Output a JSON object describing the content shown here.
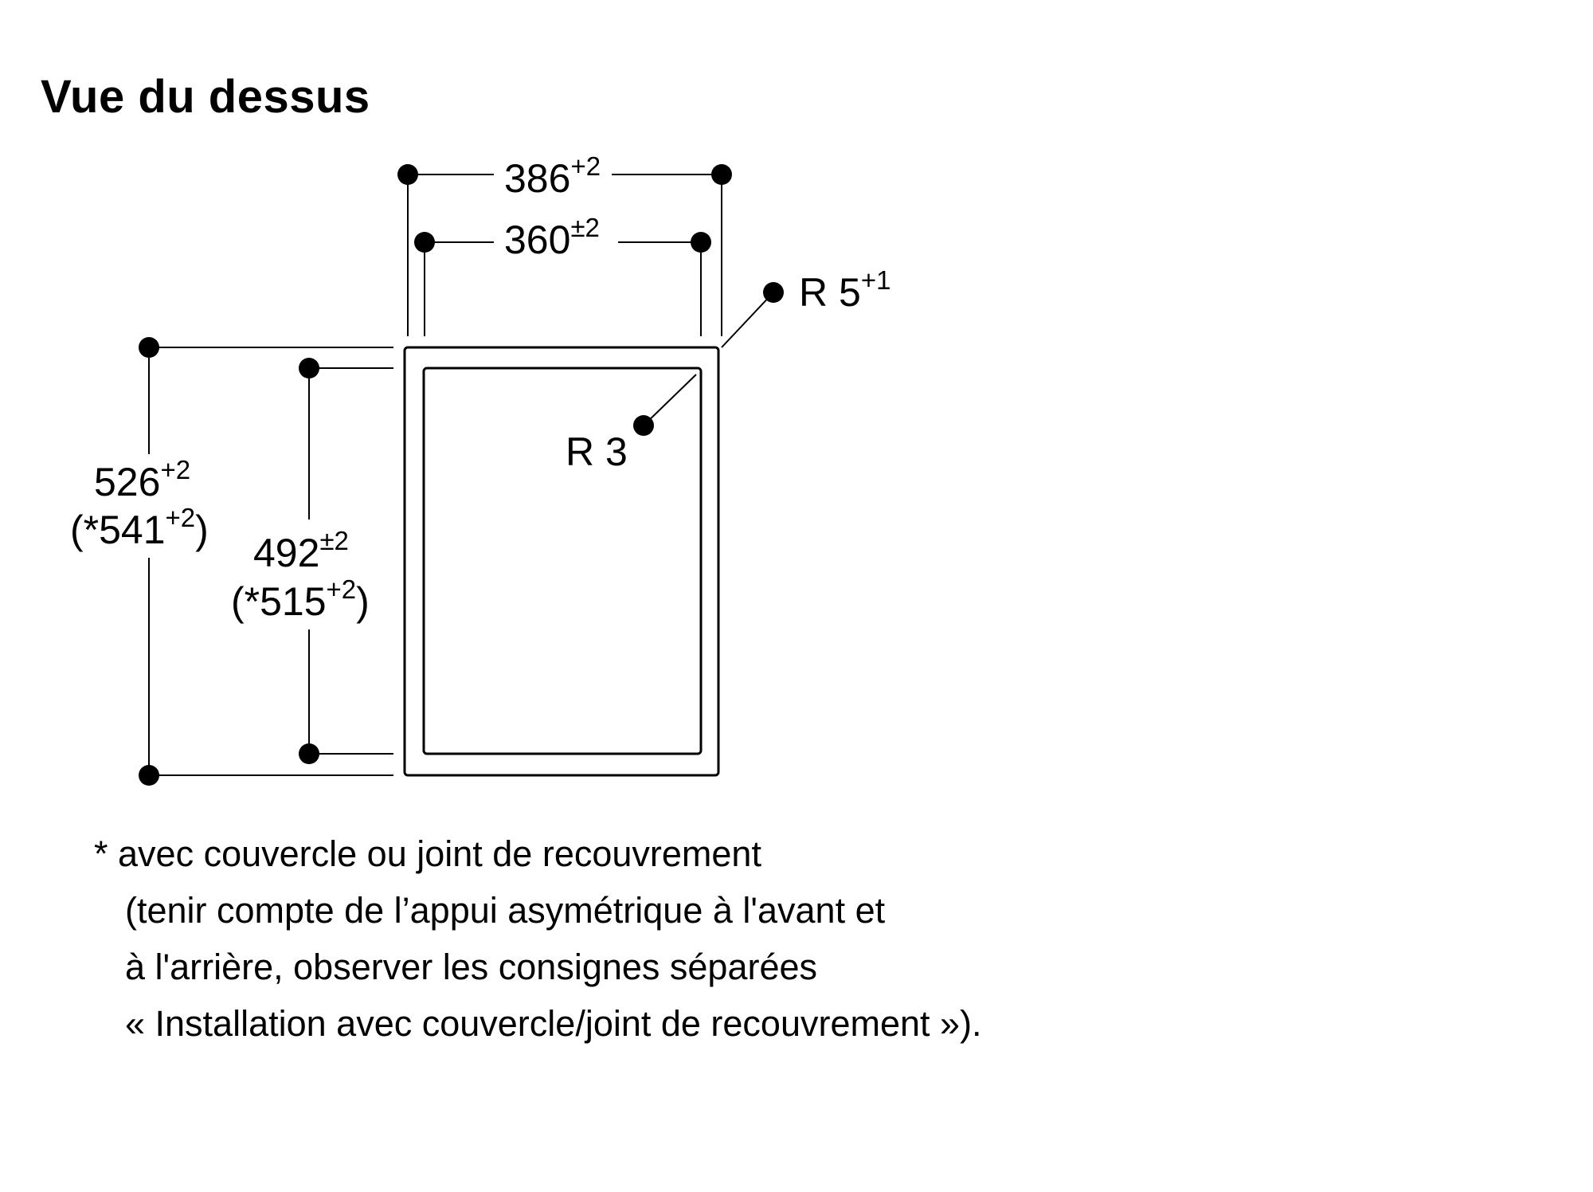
{
  "title": "Vue du dessus",
  "dimensions": {
    "width_outer": {
      "value": "386",
      "tolerance": "+2"
    },
    "width_inner": {
      "value": "360",
      "tolerance": "±2"
    },
    "radius_outer": {
      "prefix": "R 5",
      "tolerance": "+1"
    },
    "radius_inner": {
      "label": "R 3"
    },
    "depth_outer": {
      "value": "526",
      "tolerance": "+2",
      "alt_open": "(*541",
      "alt_tolerance": "+2",
      "alt_close": ")"
    },
    "depth_inner": {
      "value": "492",
      "tolerance": "±2",
      "alt_open": "(*515",
      "alt_tolerance": "+2",
      "alt_close": ")"
    }
  },
  "footnote": [
    "* avec couvercle ou joint de recouvrement",
    "(tenir compte de l’appui asymétrique à l'avant et",
    "à l'arrière, observer les consignes séparées",
    "« Installation avec couvercle/joint de recouvrement »)."
  ]
}
